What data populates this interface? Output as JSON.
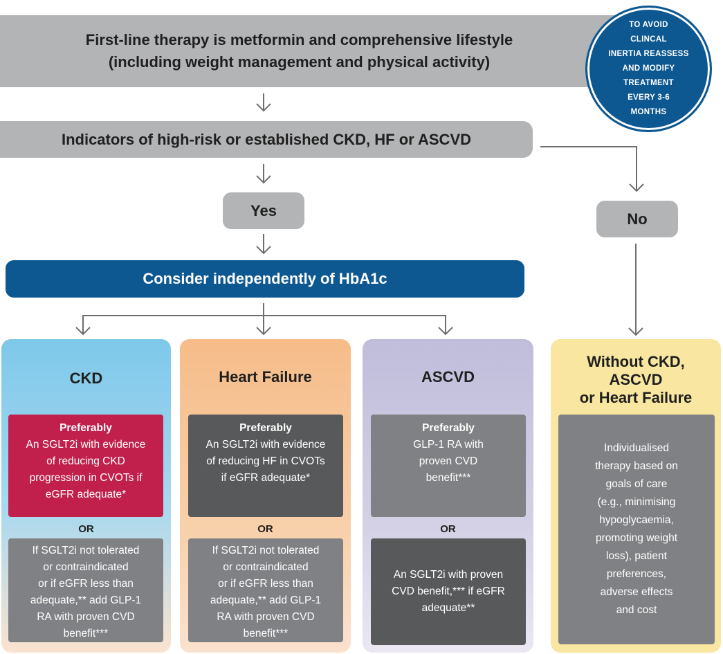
{
  "top_box": {
    "line1": "First-line therapy is metformin and comprehensive lifestyle",
    "line2": "(including weight management and physical activity)"
  },
  "reassess_circle": {
    "line1": "TO AVOID",
    "line2": "CLINCAL",
    "line3": "INERTIA REASSESS",
    "line4": "AND MODIFY",
    "line5": "TREATMENT",
    "line6": "EVERY 3-6",
    "line7": "MONTHS"
  },
  "indicators_box": "Indicators of high-risk or established CKD, HF or ASCVD",
  "yes_label": "Yes",
  "no_label": "No",
  "consider_box": "Consider independently of HbA1c",
  "columns": {
    "ckd": {
      "title": "CKD",
      "preferably": "Preferably",
      "card1": [
        "An SGLT2i with evidence",
        "of reducing CKD",
        "progression in CVOTs if",
        "eGFR adequate*"
      ],
      "or": "OR",
      "card2": [
        "If SGLT2i not tolerated",
        "or contraindicated",
        "or if eGFR less than",
        "adequate,** add GLP-1",
        "RA with proven CVD",
        "benefit***"
      ]
    },
    "hf": {
      "title": "Heart Failure",
      "preferably": "Preferably",
      "card1": [
        "An SGLT2i with evidence",
        "of reducing HF in CVOTs",
        "if eGFR adequate*"
      ],
      "or": "OR",
      "card2": [
        "If SGLT2i not tolerated",
        "or contraindicated",
        "or if eGFR less than",
        "adequate,** add GLP-1",
        "RA with proven CVD",
        "benefit***"
      ]
    },
    "ascvd": {
      "title": "ASCVD",
      "preferably": "Preferably",
      "card1": [
        "GLP-1 RA with",
        "proven CVD",
        "benefit***"
      ],
      "or": "OR",
      "card2": [
        "An SGLT2i with proven",
        "CVD benefit,*** if eGFR",
        "adequate**"
      ]
    },
    "none": {
      "title_line1": "Without CKD,",
      "title_line2": "ASCVD",
      "title_line3": "or Heart Failure",
      "card": [
        "Individualised",
        "therapy based on",
        "goals of care",
        "(e.g., minimising",
        "hypoglycaemia,",
        "promoting weight",
        "loss), patient",
        "preferences,",
        "adverse effects",
        "and cost"
      ]
    }
  },
  "colors": {
    "navy": "#0d5891",
    "gray_bar": "#b3b4b6",
    "ckd_red": "#c0204b",
    "dark_card": "#58595b",
    "mid_card": "#808184"
  }
}
